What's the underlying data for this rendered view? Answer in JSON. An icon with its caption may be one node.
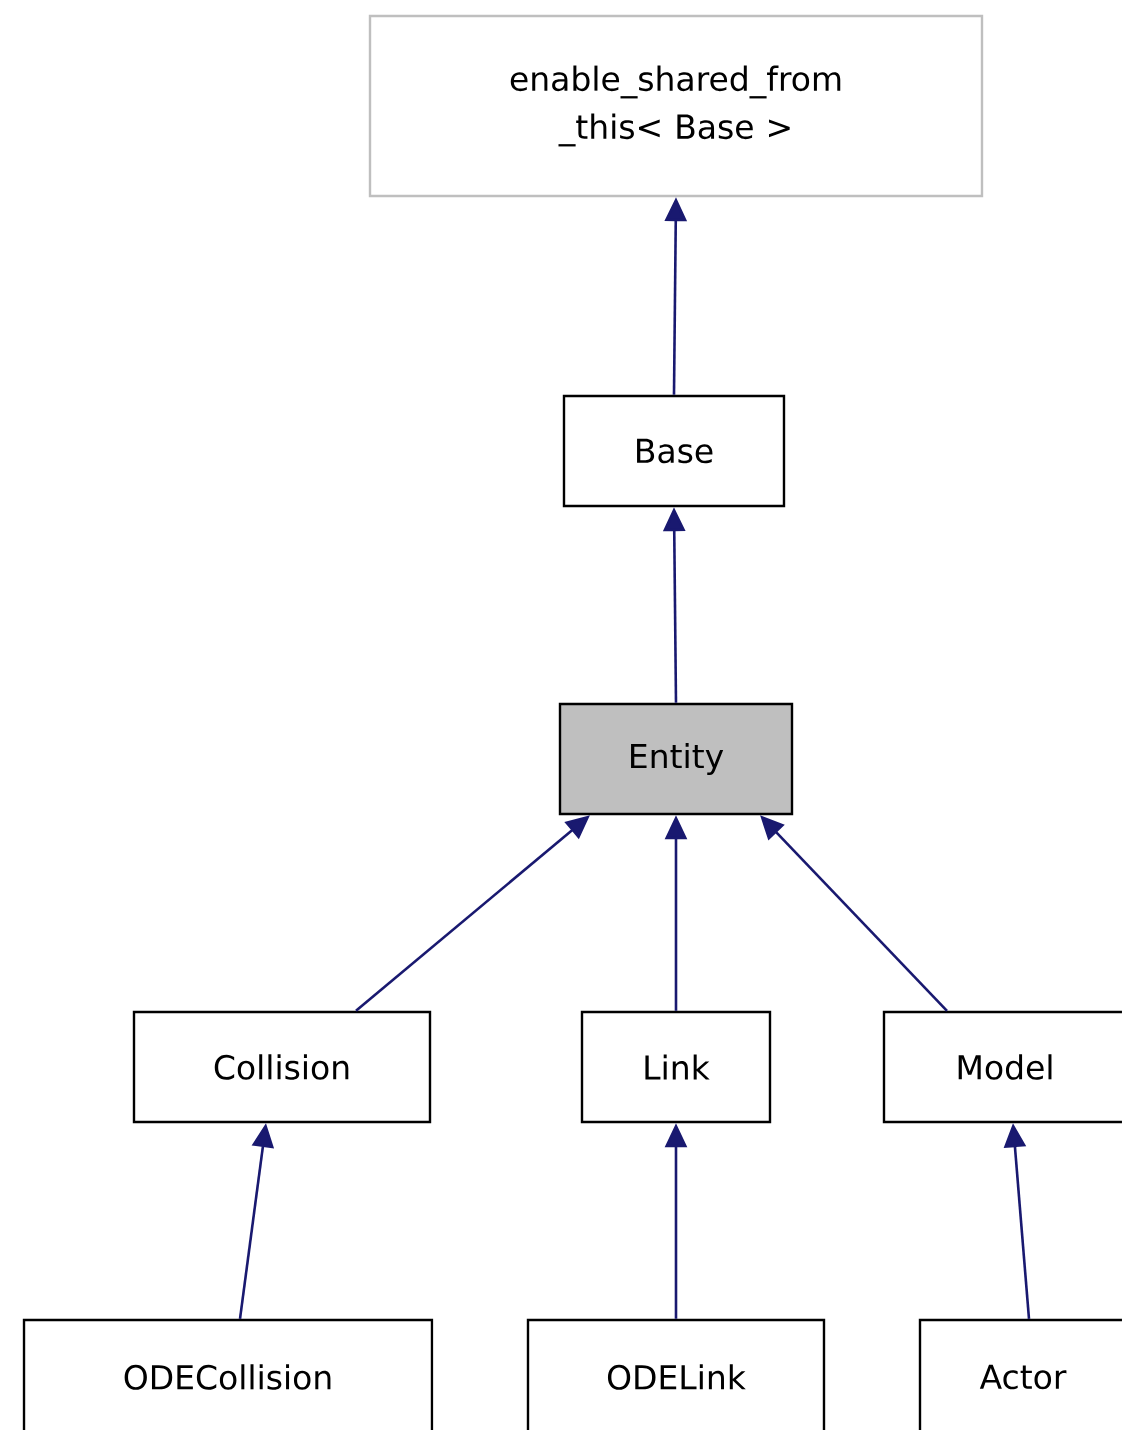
{
  "diagram": {
    "nodes": [
      {
        "text": [
          "enable_shared_from _this< Base >"
        ]
      },
      {
        "text": [
          "Base"
        ]
      },
      {
        "text": [
          "Entity"
        ]
      },
      {
        "text": [
          "Collision"
        ]
      },
      {
        "text": [
          "Link"
        ]
      },
      {
        "text": [
          "Model"
        ]
      },
      {
        "text": [
          "ODECollision"
        ]
      },
      {
        "text": [
          "ODELink"
        ]
      },
      {
        "text": [
          "Actor"
        ]
      }
    ],
    "edges": [
      {
        "from": 1,
        "to": 0,
        "arrow": "to"
      },
      {
        "from": 2,
        "to": 1,
        "arrow": "to"
      },
      {
        "from": 3,
        "to": 2,
        "arrow": "to"
      },
      {
        "from": 4,
        "to": 2,
        "arrow": "to"
      },
      {
        "from": 5,
        "to": 2,
        "arrow": "to"
      },
      {
        "from": 6,
        "to": 3,
        "arrow": "to"
      },
      {
        "from": 7,
        "to": 4,
        "arrow": "to"
      },
      {
        "from": 8,
        "to": 5,
        "arrow": "to"
      }
    ]
  }
}
